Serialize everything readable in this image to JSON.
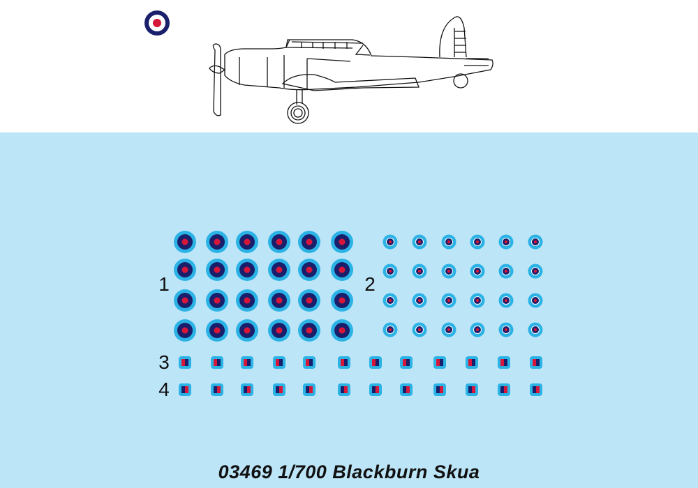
{
  "colors": {
    "light_blue": "#2bb3e6",
    "navy": "#1a1f6b",
    "red": "#d6173a",
    "white": "#ffffff",
    "sheet_bg": "#bde5f8"
  },
  "labels": {
    "set1": "1",
    "set2": "2",
    "set3": "3",
    "set4": "4"
  },
  "sets": {
    "set1": {
      "kind": "large-roundel",
      "count": 24
    },
    "set2": {
      "kind": "small-roundel",
      "count": 24
    },
    "set3": {
      "kind": "fin-flash-red-blue",
      "count": 12
    },
    "set4": {
      "kind": "fin-flash-blue-red",
      "count": 12
    }
  },
  "title": "03469 1/700 Blackburn Skua"
}
